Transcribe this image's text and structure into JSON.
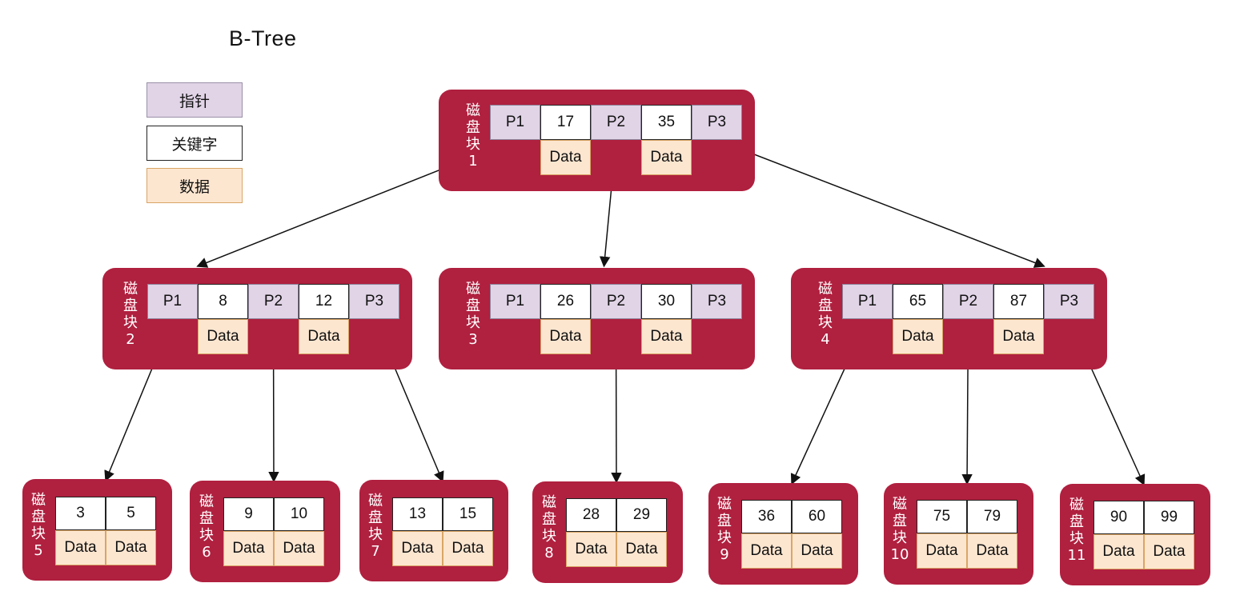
{
  "title": "B-Tree",
  "legend": {
    "pointer": "指针",
    "key": "关键字",
    "data": "数据"
  },
  "colors": {
    "block": "#b0203f",
    "pointer_fill": "#e1d4e7",
    "key_fill": "#ffffff",
    "data_fill": "#fde6d0",
    "arrow": "#111111"
  },
  "nodes": [
    {
      "id": "1",
      "label": [
        "磁",
        "盘",
        "块",
        "1"
      ],
      "pointers": [
        "P1",
        "P2",
        "P3"
      ],
      "keys": [
        "17",
        "35"
      ],
      "data": [
        "Data",
        "Data"
      ]
    },
    {
      "id": "2",
      "label": [
        "磁",
        "盘",
        "块",
        "2"
      ],
      "pointers": [
        "P1",
        "P2",
        "P3"
      ],
      "keys": [
        "8",
        "12"
      ],
      "data": [
        "Data",
        "Data"
      ]
    },
    {
      "id": "3",
      "label": [
        "磁",
        "盘",
        "块",
        "3"
      ],
      "pointers": [
        "P1",
        "P2",
        "P3"
      ],
      "keys": [
        "26",
        "30"
      ],
      "data": [
        "Data",
        "Data"
      ]
    },
    {
      "id": "4",
      "label": [
        "磁",
        "盘",
        "块",
        "4"
      ],
      "pointers": [
        "P1",
        "P2",
        "P3"
      ],
      "keys": [
        "65",
        "87"
      ],
      "data": [
        "Data",
        "Data"
      ]
    },
    {
      "id": "5",
      "label": [
        "磁",
        "盘",
        "块",
        "5"
      ],
      "keys": [
        "3",
        "5"
      ],
      "data": [
        "Data",
        "Data"
      ]
    },
    {
      "id": "6",
      "label": [
        "磁",
        "盘",
        "块",
        "6"
      ],
      "keys": [
        "9",
        "10"
      ],
      "data": [
        "Data",
        "Data"
      ]
    },
    {
      "id": "7",
      "label": [
        "磁",
        "盘",
        "块",
        "7"
      ],
      "keys": [
        "13",
        "15"
      ],
      "data": [
        "Data",
        "Data"
      ]
    },
    {
      "id": "8",
      "label": [
        "磁",
        "盘",
        "块",
        "8"
      ],
      "keys": [
        "28",
        "29"
      ],
      "data": [
        "Data",
        "Data"
      ]
    },
    {
      "id": "9",
      "label": [
        "磁",
        "盘",
        "块",
        "9"
      ],
      "keys": [
        "36",
        "60"
      ],
      "data": [
        "Data",
        "Data"
      ]
    },
    {
      "id": "10",
      "label": [
        "磁",
        "盘",
        "块",
        "10"
      ],
      "keys": [
        "75",
        "79"
      ],
      "data": [
        "Data",
        "Data"
      ]
    },
    {
      "id": "11",
      "label": [
        "磁",
        "盘",
        "块",
        "11"
      ],
      "keys": [
        "90",
        "99"
      ],
      "data": [
        "Data",
        "Data"
      ]
    }
  ],
  "edges": [
    {
      "from": "1",
      "pointer": "P1",
      "to": "2"
    },
    {
      "from": "1",
      "pointer": "P2",
      "to": "3"
    },
    {
      "from": "1",
      "pointer": "P3",
      "to": "4"
    },
    {
      "from": "2",
      "pointer": "P1",
      "to": "5"
    },
    {
      "from": "2",
      "pointer": "P2",
      "to": "6"
    },
    {
      "from": "2",
      "pointer": "P3",
      "to": "7"
    },
    {
      "from": "3",
      "pointer": "P2",
      "to": "8"
    },
    {
      "from": "4",
      "pointer": "P1",
      "to": "9"
    },
    {
      "from": "4",
      "pointer": "P2",
      "to": "10"
    },
    {
      "from": "4",
      "pointer": "P3",
      "to": "11"
    }
  ]
}
